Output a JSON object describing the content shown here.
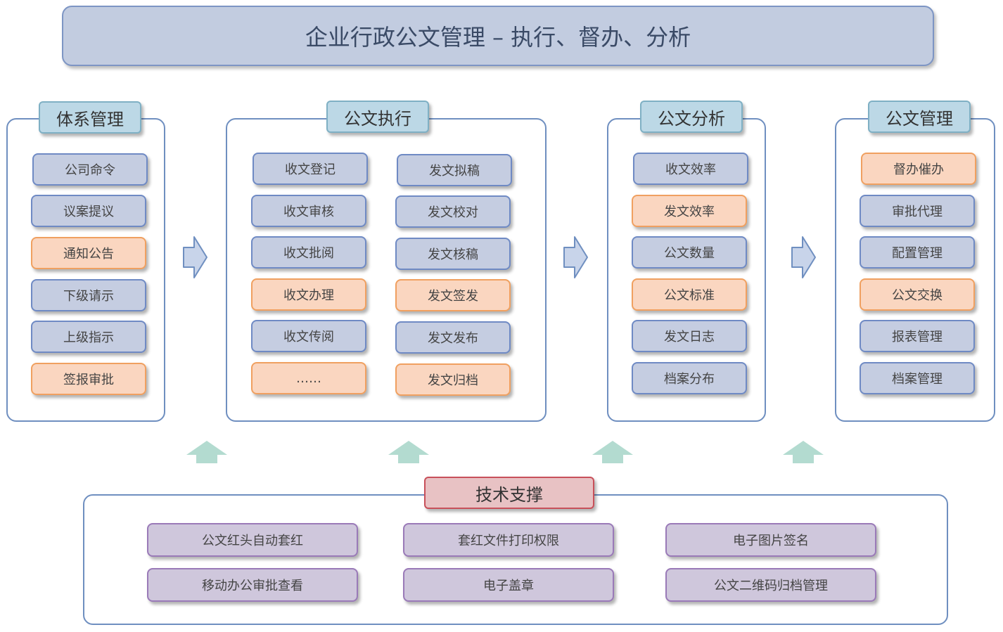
{
  "title": "企业行政公文管理 – 执行、督办、分析",
  "colors": {
    "item_blue": "#c5cde1",
    "item_orange": "#fad6c0",
    "item_purple": "#cfc7dc",
    "label_teal": "#bcd8e6",
    "label_red": "#e8c2c4",
    "up_arrow": "#b3dbd0"
  },
  "sections": {
    "system": {
      "label": "体系管理",
      "items": [
        {
          "text": "公司命令",
          "tone": "blue"
        },
        {
          "text": "议案提议",
          "tone": "blue"
        },
        {
          "text": "通知公告",
          "tone": "orange"
        },
        {
          "text": "下级请示",
          "tone": "blue"
        },
        {
          "text": "上级指示",
          "tone": "blue"
        },
        {
          "text": "签报审批",
          "tone": "orange"
        }
      ]
    },
    "execution": {
      "label": "公文执行",
      "left_items": [
        {
          "text": "收文登记",
          "tone": "blue"
        },
        {
          "text": "收文审核",
          "tone": "blue"
        },
        {
          "text": "收文批阅",
          "tone": "blue"
        },
        {
          "text": "收文办理",
          "tone": "orange"
        },
        {
          "text": "收文传阅",
          "tone": "blue"
        },
        {
          "text": "……",
          "tone": "orange"
        }
      ],
      "right_items": [
        {
          "text": "发文拟稿",
          "tone": "blue"
        },
        {
          "text": "发文校对",
          "tone": "blue"
        },
        {
          "text": "发文核稿",
          "tone": "blue"
        },
        {
          "text": "发文签发",
          "tone": "orange"
        },
        {
          "text": "发文发布",
          "tone": "blue"
        },
        {
          "text": "发文归档",
          "tone": "orange"
        }
      ]
    },
    "analysis": {
      "label": "公文分析",
      "items": [
        {
          "text": "收文效率",
          "tone": "blue"
        },
        {
          "text": "发文效率",
          "tone": "orange"
        },
        {
          "text": "公文数量",
          "tone": "blue"
        },
        {
          "text": "公文标准",
          "tone": "orange"
        },
        {
          "text": "发文日志",
          "tone": "blue"
        },
        {
          "text": "档案分布",
          "tone": "blue"
        }
      ]
    },
    "management": {
      "label": "公文管理",
      "items": [
        {
          "text": "督办催办",
          "tone": "orange"
        },
        {
          "text": "审批代理",
          "tone": "blue"
        },
        {
          "text": "配置管理",
          "tone": "blue"
        },
        {
          "text": "公文交换",
          "tone": "orange"
        },
        {
          "text": "报表管理",
          "tone": "blue"
        },
        {
          "text": "档案管理",
          "tone": "blue"
        }
      ]
    }
  },
  "tech": {
    "label": "技术支撑",
    "items": [
      "公文红头自动套红",
      "套红文件打印权限",
      "电子图片签名",
      "移动办公审批查看",
      "电子盖章",
      "公文二维码归档管理"
    ]
  }
}
